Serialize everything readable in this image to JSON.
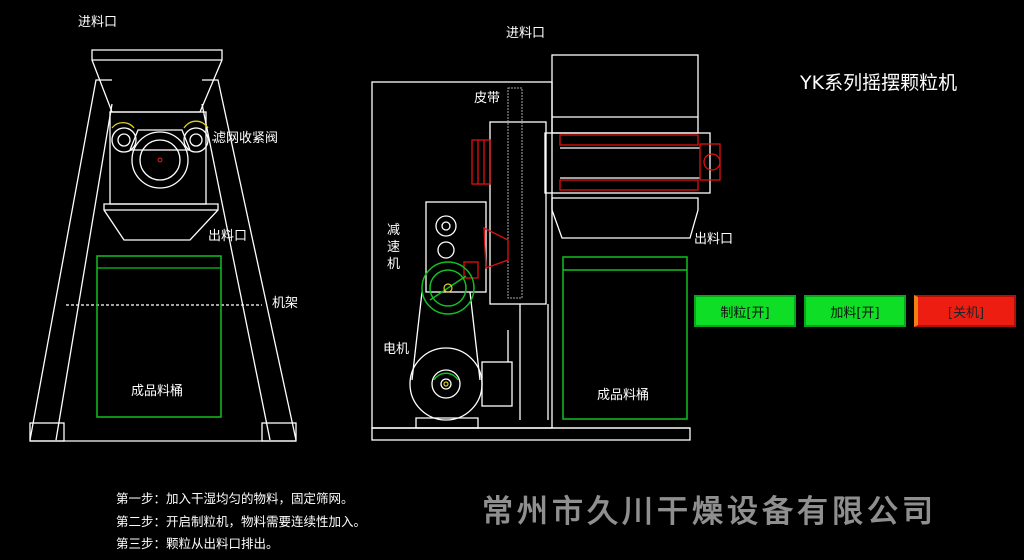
{
  "labels": {
    "inlet_left": "进料口",
    "inlet_right": "进料口",
    "valve": "滤网收紧阀",
    "outlet_left": "出料口",
    "outlet_right": "出料口",
    "frame": "机架",
    "bucket_left": "成品料桶",
    "bucket_right": "成品料桶",
    "belt": "皮带",
    "reducer": "减\n速\n机",
    "motor": "电机"
  },
  "title": "YK系列摇摆颗粒机",
  "buttons": {
    "granulate": "制粒[开]",
    "feed": "加料[开]",
    "shutdown": "[关机]"
  },
  "steps": [
    "第一步：加入干湿均匀的物料，固定筛网。",
    "第二步：开启制粒机，物料需要连续性加入。",
    "第三步：颗粒从出料口排出。"
  ],
  "company": "常州市久川干燥设备有限公司",
  "colors": {
    "background": "#000000",
    "line": "#ffffff",
    "green": "#10c020",
    "red": "#e01010",
    "button_green": "#0ede25",
    "button_red": "#ee1d12"
  }
}
